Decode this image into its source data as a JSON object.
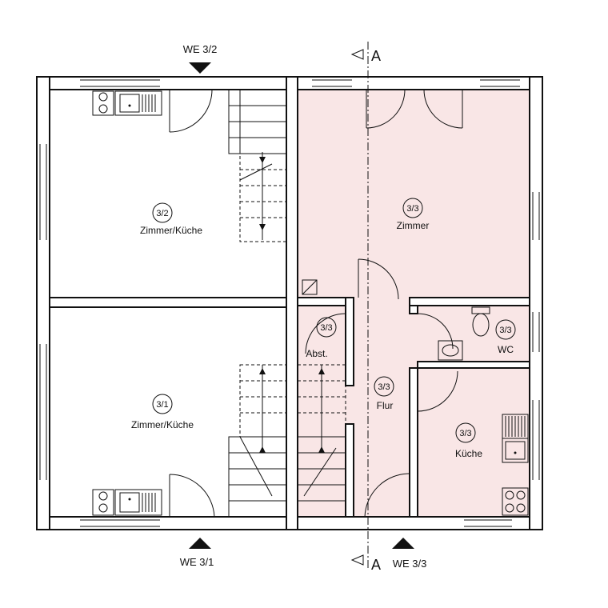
{
  "units": [
    {
      "id": "3/2",
      "room": "Zimmer/Küche"
    },
    {
      "id": "3/1",
      "room": "Zimmer/Küche"
    },
    {
      "id": "3/3",
      "room": "Zimmer"
    },
    {
      "id": "3/3",
      "room": "Abst."
    },
    {
      "id": "3/3",
      "room": "WC"
    },
    {
      "id": "3/3",
      "room": "Flur"
    },
    {
      "id": "3/3",
      "room": "Küche"
    }
  ],
  "entrances": {
    "top": "WE 3/2",
    "bottom_left": "WE 3/1",
    "bottom_right": "WE 3/3"
  },
  "section": {
    "label": "A"
  },
  "colors": {
    "highlight": "#f9e6e6",
    "line": "#111111"
  }
}
